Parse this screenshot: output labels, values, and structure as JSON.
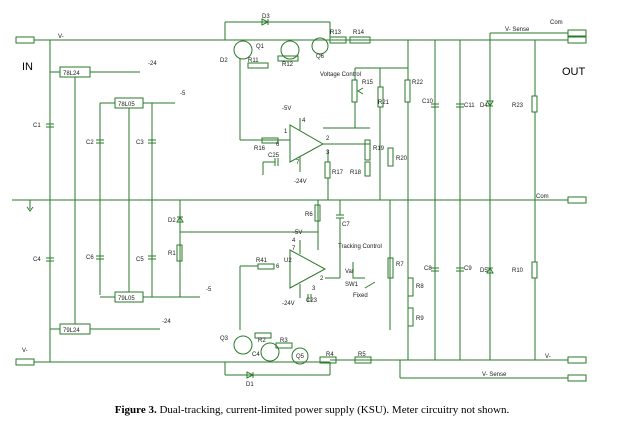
{
  "caption": {
    "figure": "Figure 3.",
    "text": "Dual-tracking, current-limited power supply (KSU). Meter circuitry not shown."
  },
  "labels": {
    "in": "IN",
    "out": "OUT",
    "v_minus_top": "V-",
    "v_sense_top": "V- Sense",
    "com_top": "Com",
    "com_mid": "Com",
    "v_plus_bot": "V-",
    "v_sense_bot": "V- Sense",
    "v_plus_in": "V-",
    "voltage_control": "Voltage Control",
    "tracking_control": "Tracking Control",
    "var": "Var",
    "sw1": "SW1",
    "fixed": "Fixed",
    "minus24_top": "-24",
    "minus5_top": "-5",
    "minus5_bot": "-5",
    "minus24_bot": "-24",
    "neg5v_u1": "-5V",
    "neg24v_u1": "-24V",
    "neg5v_u2": "-5V",
    "neg24v_u2": "-24V"
  },
  "components": {
    "d3": "D3",
    "q1": "Q1",
    "d2": "D2",
    "r11": "R11",
    "r12": "R12",
    "q6": "Q6",
    "r13": "R13",
    "r14": "R14",
    "r15": "R15",
    "r21": "R21",
    "r22": "R22",
    "c10": "C10",
    "c11": "C11",
    "d4": "D4",
    "r23": "R23",
    "vr_7824": "78L24",
    "vr_7805": "78L05",
    "c1": "C1",
    "c2": "C2",
    "c3": "C3",
    "u1_pin4": "4",
    "u1_pin1": "1",
    "u1_pin6": "6",
    "u1_pin2": "2",
    "u1_pin3": "3",
    "u1_pin7": "7",
    "r16": "R16",
    "c25": "C25",
    "r19": "R19",
    "r20": "R20",
    "r18": "R18",
    "r17": "R17",
    "d2b": "D2",
    "r1": "R1",
    "r6": "R6",
    "c7": "C7",
    "c4": "C4",
    "c5": "C5",
    "c6": "C6",
    "u2_pin4": "4",
    "u2_pin7": "7",
    "u2_pin6": "6",
    "u2_pin2": "2",
    "u2_pin3": "3",
    "r41": "R41",
    "u2": "U2",
    "c23": "C23",
    "r7": "R7",
    "r8": "R8",
    "r9": "R9",
    "c8": "C8",
    "c9": "C9",
    "d5": "D5",
    "r10": "R10",
    "vr_7905": "79L05",
    "vr_7924": "79L24",
    "q3": "Q3",
    "r2": "R2",
    "r3": "R3",
    "c4b": "C4",
    "q5": "Q5",
    "r4": "R4",
    "r5": "R5",
    "d1": "D1"
  }
}
